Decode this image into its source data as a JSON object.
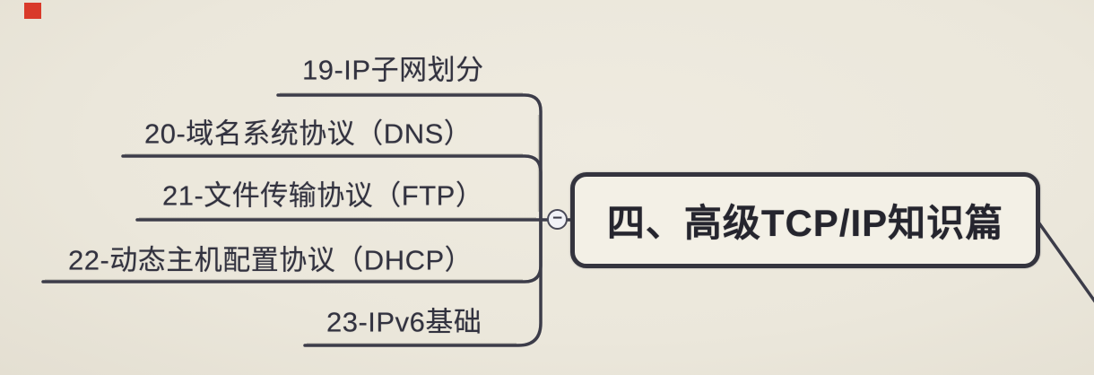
{
  "colors": {
    "bg": "#ece8dc",
    "line": "#3c3c49",
    "line_highlight": "#c9c6bb",
    "text": "#32323f",
    "title": "#25252e",
    "box_border": "#34343e",
    "box_fill": "#f3f0e6",
    "collapse_fill": "#f2f3f8",
    "collapse_border": "#4a4a58",
    "marker_red": "#d93a2a"
  },
  "mindmap": {
    "root": {
      "label": "四、高级TCP/IP知识篇"
    },
    "collapse_button": {
      "glyph": "−",
      "state": "expanded"
    },
    "branches": [
      {
        "label": "19-IP子网划分"
      },
      {
        "label": "20-域名系统协议（DNS）"
      },
      {
        "label": "21-文件传输协议（FTP）"
      },
      {
        "label": "22-动态主机配置协议（DHCP）"
      },
      {
        "label": "23-IPv6基础"
      }
    ]
  }
}
